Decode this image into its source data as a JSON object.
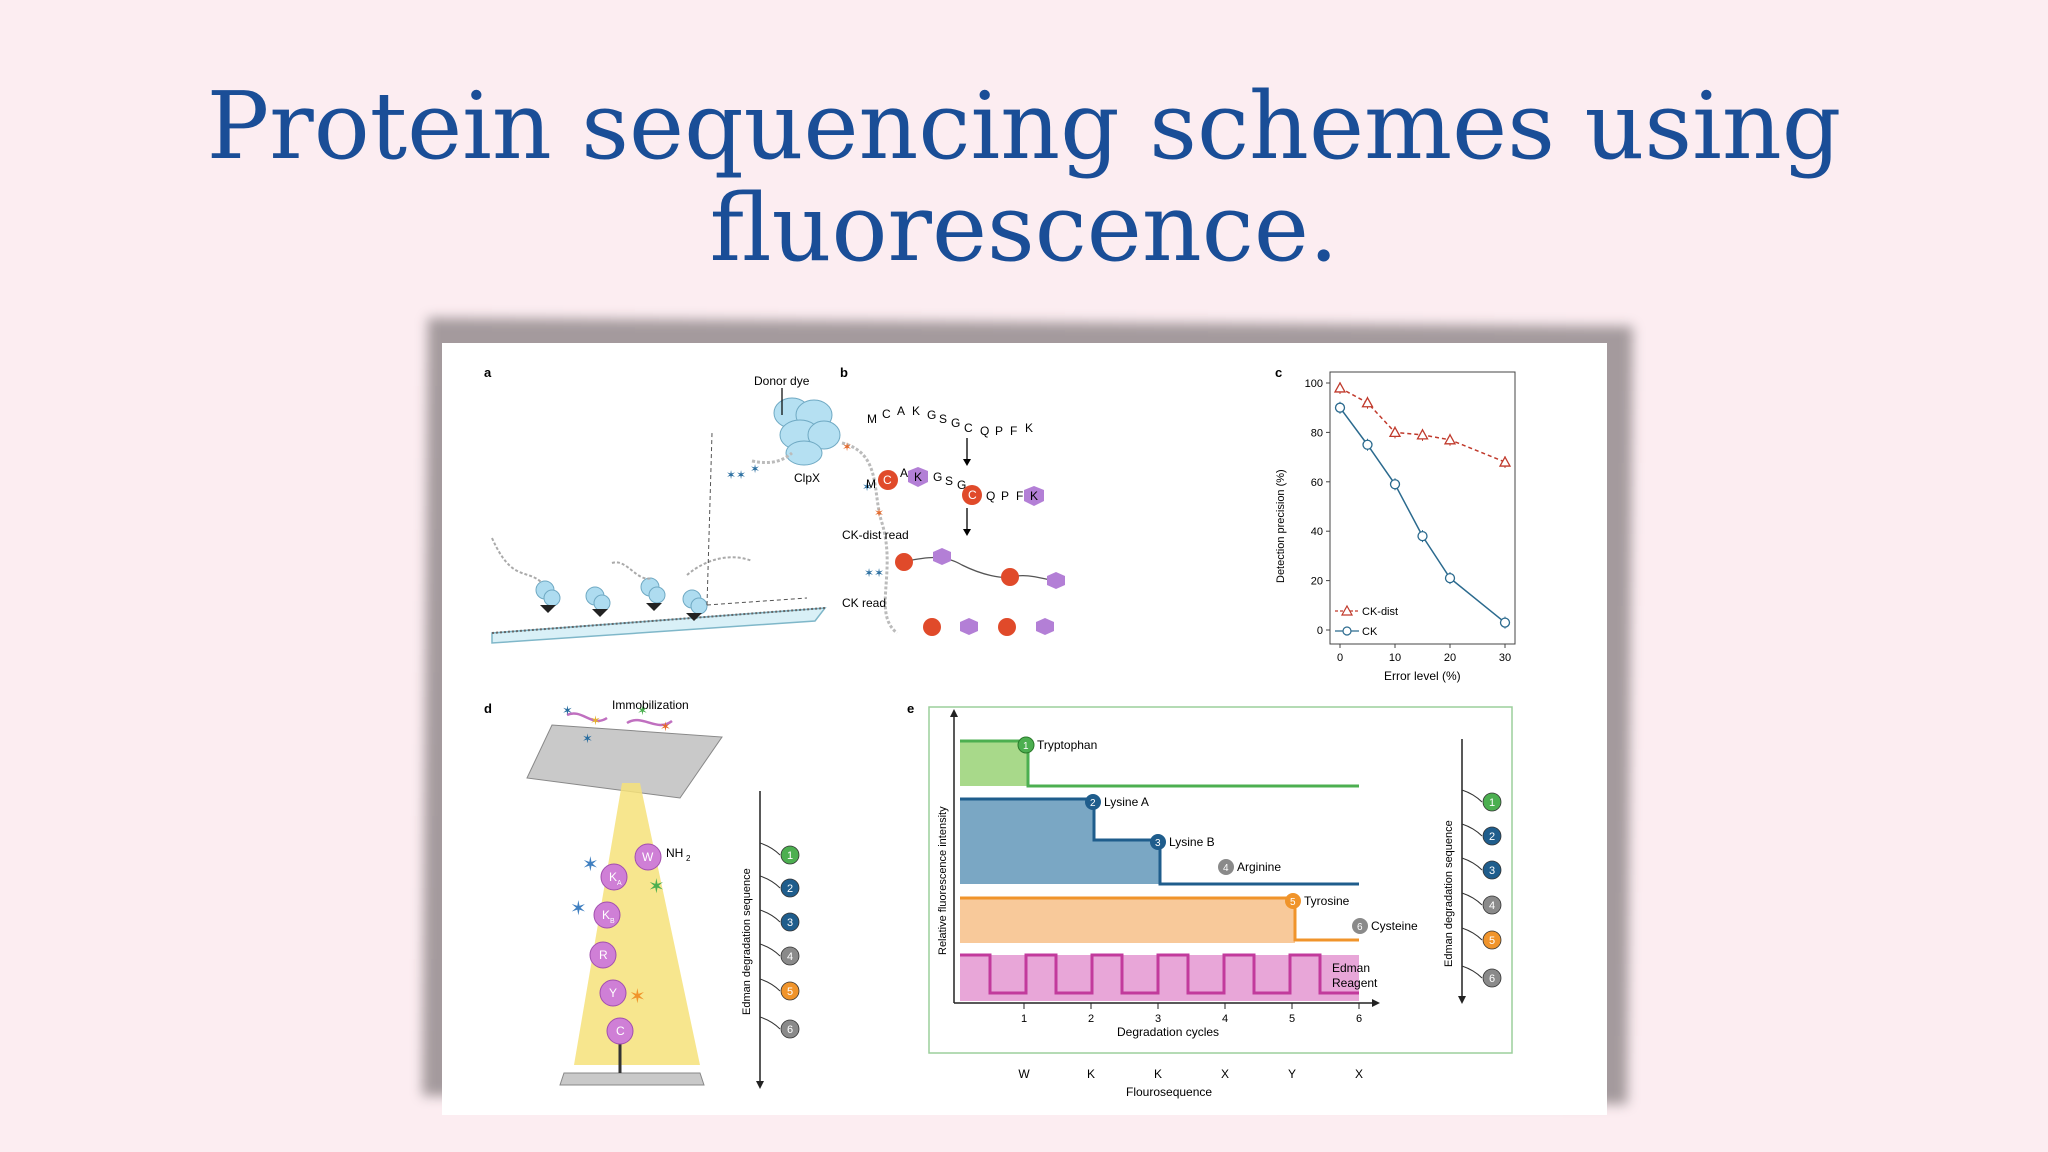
{
  "slide": {
    "title_line1": "Protein sequencing schemes using",
    "title_line2": "fluorescence."
  },
  "colors": {
    "title": "#1a4e97",
    "background": "#fcedf1",
    "ck_line": "#2b6a8e",
    "ck_dist_line": "#c0392b",
    "tryptophan": "#4caf50",
    "lysine": "#1f5d8c",
    "arginine": "#888888",
    "tyrosine": "#f0942b",
    "cysteine": "#888888",
    "edman": "#c23a9c"
  },
  "figure": {
    "panel_a": {
      "label": "a",
      "donor_dye": "Donor dye",
      "clpx": "ClpX"
    },
    "panel_b": {
      "label": "b",
      "sequence": [
        "M",
        "C",
        "A",
        "K",
        "G",
        "S",
        "G",
        "C",
        "Q",
        "P",
        "F",
        "K"
      ],
      "ck_dist_read": "CK-dist read",
      "ck_read": "CK read"
    },
    "panel_c": {
      "label": "c",
      "legend_ck_dist": "CK-dist",
      "legend_ck": "CK"
    },
    "panel_d": {
      "label": "d",
      "immobilization": "Immobilization",
      "nh2": "NH",
      "nh2_sub": "2",
      "residues": [
        "W",
        "K",
        "K",
        "R",
        "Y",
        "C"
      ],
      "residue_subs": [
        "",
        "A",
        "B",
        "",
        "",
        ""
      ],
      "edman_axis": "Edman degradation sequence",
      "steps": [
        "1",
        "2",
        "3",
        "4",
        "5",
        "6"
      ]
    },
    "panel_e": {
      "label": "e",
      "ylabel": "Relative fluorescence intensity",
      "xlabel": "Degradation cycles",
      "x_ticks": [
        "1",
        "2",
        "3",
        "4",
        "5",
        "6"
      ],
      "fluorosequence": [
        "W",
        "K",
        "K",
        "X",
        "Y",
        "X"
      ],
      "fluorosequence_label": "Flourosequence",
      "labels": {
        "tryptophan": "Tryptophan",
        "lysine_a": "Lysine A",
        "lysine_b": "Lysine B",
        "arginine": "Arginine",
        "tyrosine": "Tyrosine",
        "cysteine": "Cysteine",
        "edman_line1": "Edman",
        "edman_line2": "Reagent"
      },
      "markers": [
        "1",
        "2",
        "3",
        "4",
        "5",
        "6"
      ],
      "edman_axis": "Edman degradation sequence",
      "steps": [
        "1",
        "2",
        "3",
        "4",
        "5",
        "6"
      ]
    }
  },
  "chart_data": {
    "type": "line",
    "xlabel": "Error level (%)",
    "ylabel": "Detection precision (%)",
    "xlim": [
      0,
      30
    ],
    "ylim": [
      0,
      100
    ],
    "x_ticks": [
      0,
      10,
      20,
      30
    ],
    "y_ticks": [
      0,
      20,
      40,
      60,
      80,
      100
    ],
    "legend": "bottom-left",
    "series": [
      {
        "name": "CK-dist",
        "marker": "triangle",
        "style": "dashed",
        "color": "#c0392b",
        "x": [
          0,
          5,
          10,
          15,
          20,
          30
        ],
        "values": [
          98,
          92,
          80,
          79,
          77,
          68
        ]
      },
      {
        "name": "CK",
        "marker": "circle",
        "style": "solid",
        "color": "#2b6a8e",
        "x": [
          0,
          5,
          10,
          15,
          20,
          30
        ],
        "values": [
          90,
          75,
          59,
          38,
          21,
          3
        ]
      }
    ]
  }
}
